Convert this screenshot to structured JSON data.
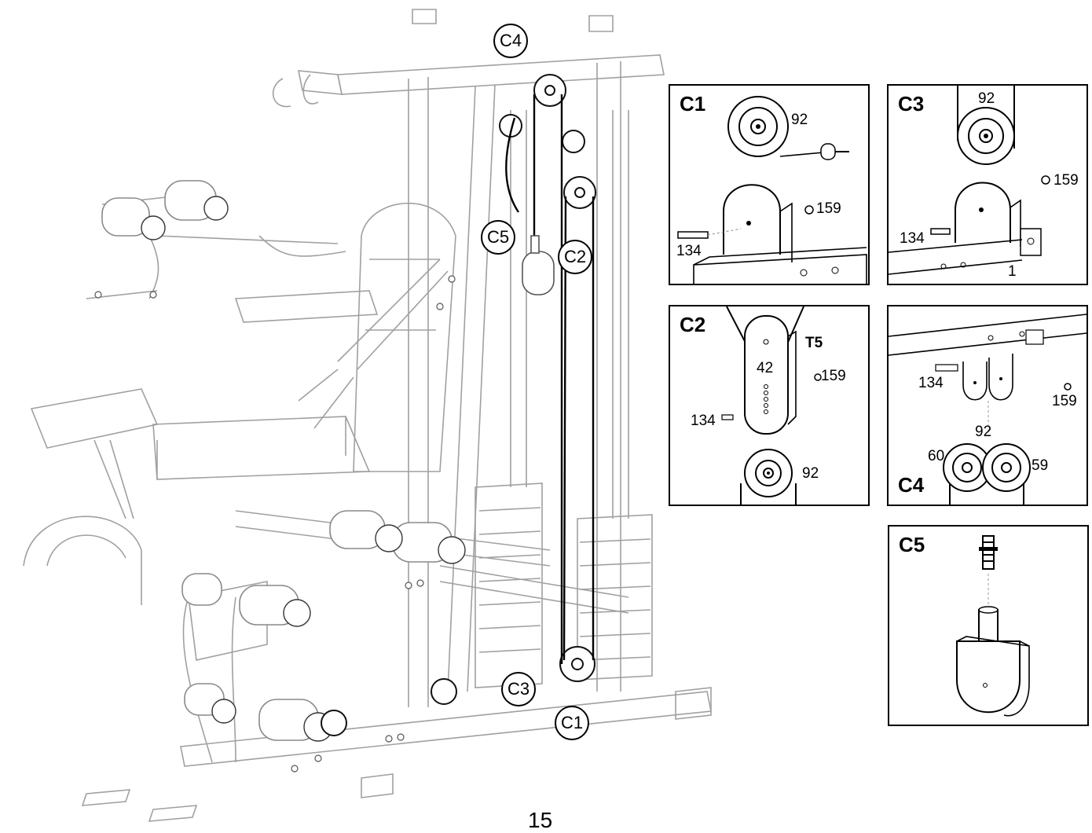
{
  "callouts": {
    "c4": "C4",
    "c5": "C5",
    "c2": "C2",
    "c3": "C3",
    "c1": "C1"
  },
  "panels": {
    "c1": {
      "title": "C1",
      "labels": {
        "pulley": "92",
        "nut": "159",
        "bolt": "134"
      }
    },
    "c3": {
      "title": "C3",
      "labels": {
        "pulley": "92",
        "nut": "159",
        "bolt": "134",
        "frame": "1"
      }
    },
    "c2": {
      "title": "C2",
      "labels": {
        "cable": "T5",
        "bracket": "42",
        "nut": "159",
        "bolt": "134",
        "pulley": "92"
      }
    },
    "c4": {
      "title": "C4",
      "labels": {
        "bolt": "134",
        "nut": "159",
        "pulley": "92",
        "left_pulley": "60",
        "right_pulley": "59"
      }
    },
    "c5": {
      "title": "C5"
    }
  },
  "page_number": "15",
  "colors": {
    "line": "#000000",
    "frame_line": "#9a9a9a",
    "background": "#ffffff"
  }
}
